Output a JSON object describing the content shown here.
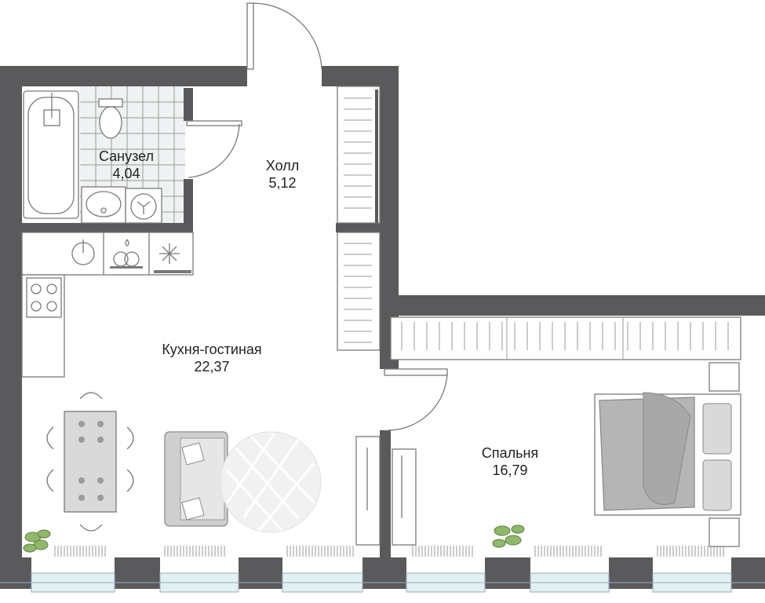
{
  "rooms": {
    "bathroom": {
      "name": "Санузел",
      "area": "4,04"
    },
    "hall": {
      "name": "Холл",
      "area": "5,12"
    },
    "kitchen_living": {
      "name": "Кухня-гостиная",
      "area": "22,37"
    },
    "bedroom": {
      "name": "Спальня",
      "area": "16,79"
    }
  },
  "colors": {
    "wall": "#5a5a5c",
    "tile": "#eef2f3",
    "window": "#e3f0f1",
    "sofa": "#cfcfcf",
    "bed": "#b5b5b5",
    "plant": "#8fb86a"
  },
  "icons": [
    "bathtub-icon",
    "toilet-icon",
    "sink-icon",
    "washing-machine-icon",
    "stove-icon",
    "dishwasher-icon",
    "fridge-icon",
    "dining-table-icon",
    "sofa-icon",
    "rug-icon",
    "bed-icon",
    "plant-icon",
    "door-icon",
    "wardrobe-icon"
  ]
}
